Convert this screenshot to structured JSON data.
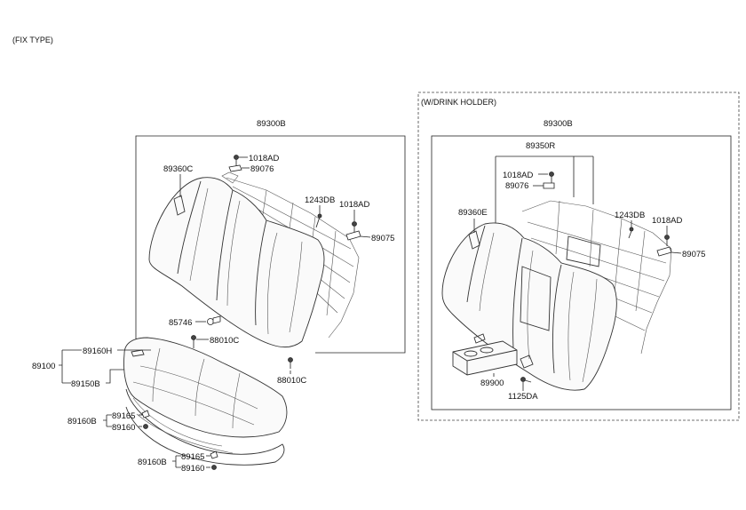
{
  "titles": {
    "fix_type": "(FIX TYPE)",
    "drink_holder": "(W/DRINK HOLDER)"
  },
  "left": {
    "p89300B": "89300B",
    "p1018AD_a": "1018AD",
    "p89076": "89076",
    "p89360C": "89360C",
    "p1243DB": "1243DB",
    "p1018AD_b": "1018AD",
    "p89075": "89075",
    "p85746": "85746",
    "p88010C_a": "88010C",
    "p89160H": "89160H",
    "p89100": "89100",
    "p89150B": "89150B",
    "p88010C_b": "88010C",
    "p89160B_a": "89160B",
    "p89165_a": "89165",
    "p89160_a": "89160",
    "p89160B_b": "89160B",
    "p89165_b": "89165",
    "p89160_b": "89160"
  },
  "right": {
    "p89300B": "89300B",
    "p89350R": "89350R",
    "p1018AD_a": "1018AD",
    "p89076": "89076",
    "p89360E": "89360E",
    "p1243DB": "1243DB",
    "p1018AD_b": "1018AD",
    "p89075": "89075",
    "p89900": "89900",
    "p1125DA": "1125DA"
  }
}
